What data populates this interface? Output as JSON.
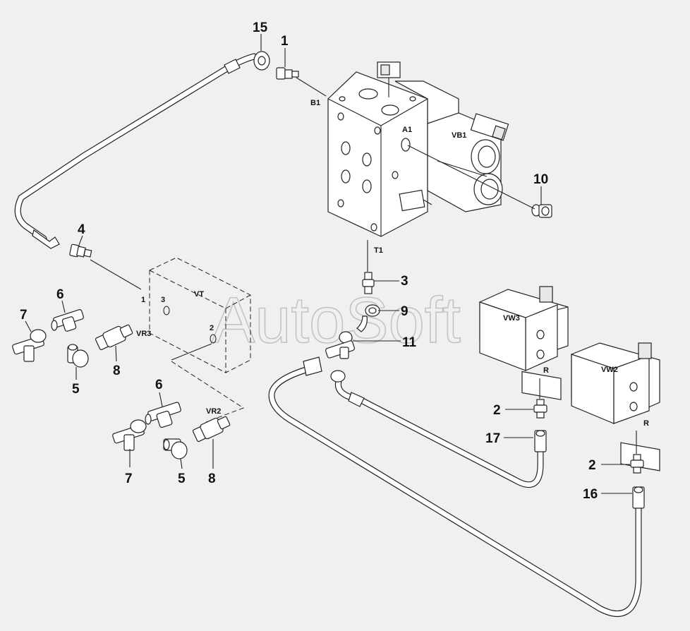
{
  "watermark": "AutoSoft",
  "callouts": {
    "c15": "15",
    "c1": "1",
    "c4": "4",
    "c10": "10",
    "c3": "3",
    "c9": "9",
    "c11": "11",
    "c6a": "6",
    "c7a": "7",
    "c5a": "5",
    "c8a": "8",
    "c6b": "6",
    "c7b": "7",
    "c5b": "5",
    "c8b": "8",
    "c2a": "2",
    "c17": "17",
    "c2b": "2",
    "c16": "16"
  },
  "ports": {
    "b1": "B1",
    "a1": "A1",
    "vb1": "VB1",
    "t1": "T1",
    "vt": "VT",
    "vt_1": "1",
    "vt_3": "3",
    "vt_2": "2",
    "vr3": "VR3",
    "vr2": "VR2",
    "vw3": "VW3",
    "vw3_r": "R",
    "vw2": "VW2",
    "vw2_r": "R"
  }
}
